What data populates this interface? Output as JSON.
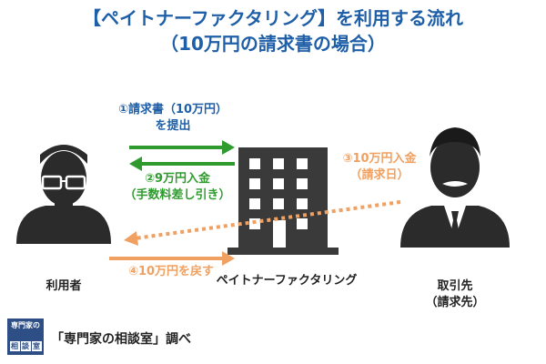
{
  "title": {
    "line1": "【ペイトナーファクタリング】を利用する流れ",
    "line2": "（10万円の請求書の場合）"
  },
  "steps": {
    "step1_line1": "①請求書（10万円）",
    "step1_line2": "を提出",
    "step2_line1": "②9万円入金",
    "step2_line2": "（手数料差し引き）",
    "step3_line1": "③10万円入金",
    "step3_line2": "（請求日）",
    "step4": "④10万円を戻す"
  },
  "actors": {
    "user": "利用者",
    "factoring": "ペイトナーファクタリング",
    "client_line1": "取引先",
    "client_line2": "（請求先）"
  },
  "footer": {
    "logo_top": "専門家の",
    "logo_cells": [
      "相",
      "談",
      "室"
    ],
    "source": "「専門家の相談室」調べ"
  },
  "colors": {
    "title": "#1f5fa8",
    "green": "#2f9b2f",
    "orange": "#f0a060",
    "icon": "#2b2b2b",
    "building": "#3a3a3a",
    "logo_bg": "#2d4f86"
  }
}
